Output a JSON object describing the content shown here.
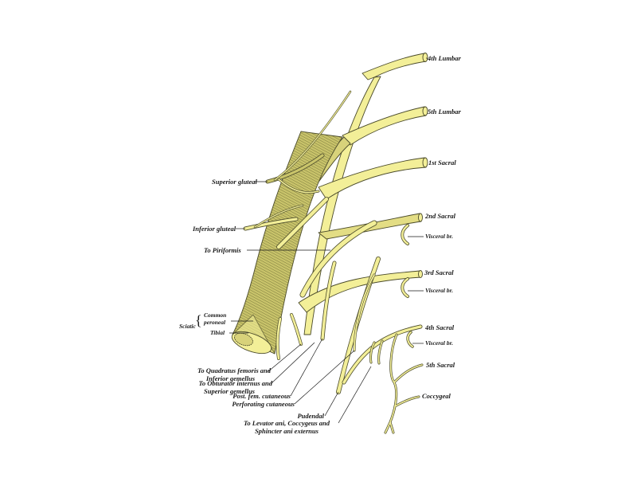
{
  "figure": {
    "subject": "Sacral plexus",
    "colors": {
      "nerve_fill": "#f3ef98",
      "nerve_shade": "#c9c46a",
      "outline": "#4a4a2a",
      "background": "#ffffff",
      "text": "#1a1a1a"
    }
  },
  "roots": [
    {
      "id": "l4",
      "label": "4th Lumbar"
    },
    {
      "id": "l5",
      "label": "5th Lumbar"
    },
    {
      "id": "s1",
      "label": "1st Sacral"
    },
    {
      "id": "s2",
      "label": "2nd Sacral"
    },
    {
      "id": "s3",
      "label": "3rd Sacral"
    },
    {
      "id": "s4",
      "label": "4th Sacral"
    },
    {
      "id": "s5",
      "label": "5th Sacral"
    },
    {
      "id": "co",
      "label": "Coccygeal"
    }
  ],
  "visceral": [
    {
      "label": "Visceral br."
    },
    {
      "label": "Visceral br."
    },
    {
      "label": "Visceral br."
    }
  ],
  "left_labels": {
    "superior_gluteal": "Superior gluteal",
    "inferior_gluteal": "Inferior gluteal",
    "to_piriformis": "To Piriformis",
    "sciatic": "Sciatic",
    "common_peroneal_1": "Common",
    "common_peroneal_2": "peroneal",
    "tibial": "Tibial"
  },
  "bottom_labels": {
    "quadratus_1": "To Quadratus femoris and",
    "quadratus_2": "Inferior gemellus",
    "obturator_1": "To Obturator internus and",
    "obturator_2": "Superior gemellus",
    "post_fem": "Post. fem. cutaneous",
    "perforating": "Perforating cutaneous",
    "pudendal": "Pudendal",
    "levator_1": "To Levator ani, Coccygeus and",
    "levator_2": "Sphincter ani externus"
  }
}
